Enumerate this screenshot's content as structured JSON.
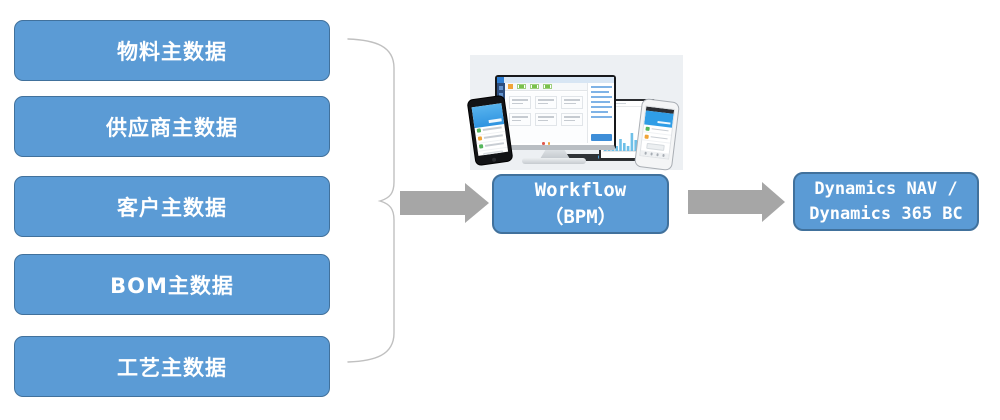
{
  "diagram": {
    "source_boxes": [
      {
        "label": "物料主数据"
      },
      {
        "label": "供应商主数据"
      },
      {
        "label": "客户主数据"
      },
      {
        "label": "BOM主数据"
      },
      {
        "label": "工艺主数据"
      }
    ],
    "workflow_box": {
      "line1": "Workflow",
      "line2": "（BPM）"
    },
    "target_box": {
      "line1": "Dynamics NAV /",
      "line2": "Dynamics 365 BC"
    },
    "illustration": {
      "name": "bpm-devices-illustration"
    },
    "colors": {
      "box_fill": "#5B9BD5",
      "box_border": "#41719C",
      "box_text": "#FFFFFF",
      "arrow_gray": "#A6A6A6",
      "brace_gray": "#C0C0C0",
      "illustration_background": "#EDF0F3",
      "illustration_accent_blue": "#2F9DE6"
    }
  }
}
